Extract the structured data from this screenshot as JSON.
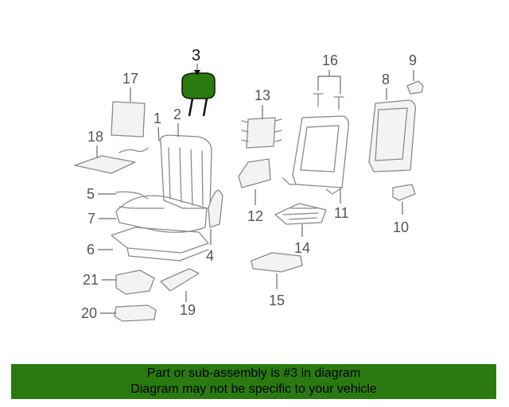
{
  "callouts": {
    "c1": "1",
    "c2": "2",
    "c3": "3",
    "c4": "4",
    "c5": "5",
    "c6": "6",
    "c7": "7",
    "c8": "8",
    "c9": "9",
    "c10": "10",
    "c11": "11",
    "c12": "12",
    "c13": "13",
    "c14": "14",
    "c15": "15",
    "c16": "16",
    "c17": "17",
    "c18": "18",
    "c19": "19",
    "c20": "20",
    "c21": "21"
  },
  "highlight": {
    "part": "3",
    "color": "#2b7a10"
  },
  "banner": {
    "line1": "Part or sub-assembly is #3 in diagram",
    "line2": "Diagram may not be specific to your vehicle"
  }
}
